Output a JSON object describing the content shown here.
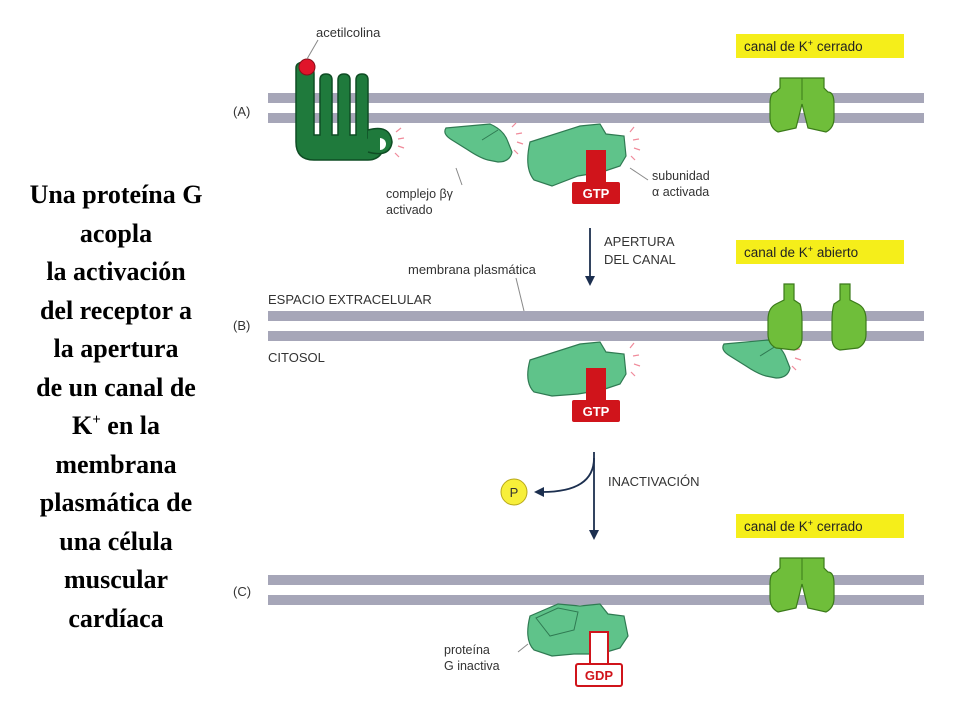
{
  "title_lines": [
    "Una proteína G",
    "acopla",
    "la activación",
    "del receptor a",
    "la apertura",
    "de un canal de",
    "en la",
    "membrana",
    "plasmática de",
    "una célula",
    "muscular",
    "cardíaca"
  ],
  "title_k": {
    "base": "K",
    "sup": "+"
  },
  "panels": {
    "a": "(A)",
    "b": "(B)",
    "c": "(C)"
  },
  "labels": {
    "acetylcholine": "acetilcolina",
    "beta_gamma_line1": "complejo βγ",
    "beta_gamma_line2": "activado",
    "alpha_line1": "subunidad",
    "alpha_line2": "α activada",
    "membrane": "membrana plasmática",
    "extracellular": "ESPACIO EXTRACELULAR",
    "cytosol": "CITOSOL",
    "opening_line1": "APERTURA",
    "opening_line2": "DEL CANAL",
    "inactivation": "INACTIVACIÓN",
    "phosphate": "P",
    "g_inactive_line1": "proteína",
    "g_inactive_line2": "G inactiva"
  },
  "tags": {
    "gtp": "GTP",
    "gdp": "GDP"
  },
  "channel_chips": {
    "a": {
      "pre": "canal de K",
      "sup": "+",
      "post": " cerrado"
    },
    "b": {
      "pre": "canal de K",
      "sup": "+",
      "post": " abierto"
    },
    "c": {
      "pre": "canal de K",
      "sup": "+",
      "post": " cerrado"
    }
  },
  "colors": {
    "membrane": "#a6a6b8",
    "receptor": "#1f7a3c",
    "g_protein": "#5fc38a",
    "channel": "#6fbe3a",
    "gtp_red": "#d0141b",
    "chip_yellow": "#f5ee1a",
    "phosphate_yellow": "#f7ef3a",
    "arrow": "#1c2f4f"
  }
}
